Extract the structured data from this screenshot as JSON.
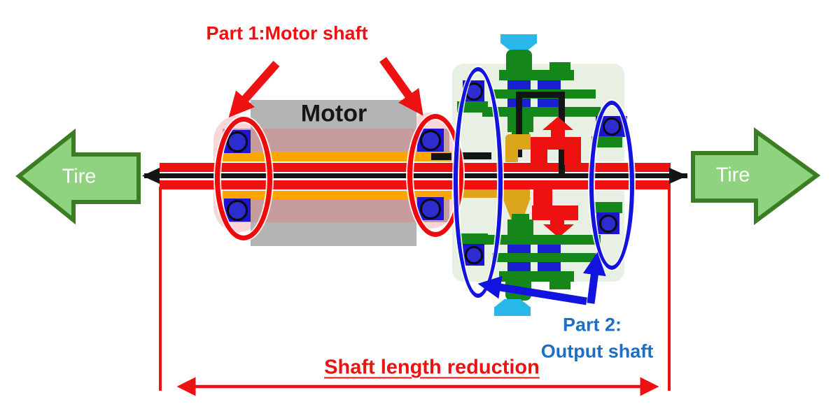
{
  "annotations": {
    "part1_label": "Part 1:Motor shaft",
    "part2_label_line1": "Part 2:",
    "part2_label_line2": "Output shaft",
    "dimension_label": "Shaft length reduction"
  },
  "motor": {
    "label": "Motor"
  },
  "tires": {
    "left_label": "Tire",
    "right_label": "Tire"
  },
  "colors": {
    "annotation_red": "#ee1111",
    "annotation_blue_text": "#1c6fc6",
    "annotation_blue_arrow": "#1313e0",
    "tire_fill": "#8fd27f",
    "tire_border": "#3a7d23",
    "motor_gray": "#b4b4b4",
    "stator_pink": "#c79c9d",
    "bearing_halo_pink": "#fbd5d8",
    "winding_orange": "#ffa500",
    "shaft_red": "#ee1111",
    "shaft_black": "#141414",
    "bearing_blue": "#1d14d2",
    "gear_green": "#15871a",
    "gear_blue": "#1a1fd0",
    "gear_gold": "#dca61b",
    "gear_cyan": "#29b9e9",
    "gearbox_background": "#e7f0e3"
  }
}
